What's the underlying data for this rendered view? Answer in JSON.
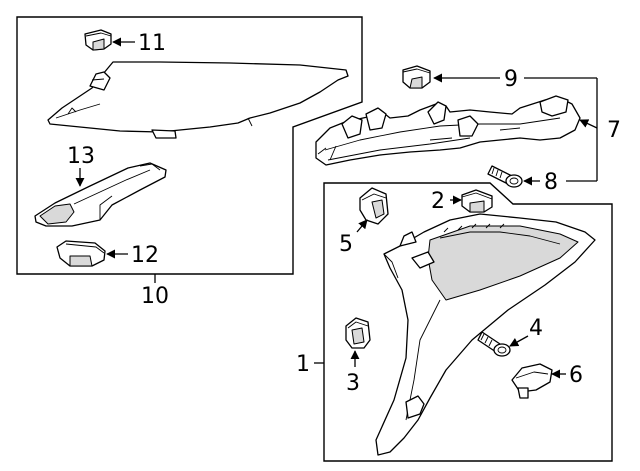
{
  "diagram": {
    "background": "#ffffff",
    "line_color": "#000000",
    "callouts": {
      "c1": "1",
      "c2": "2",
      "c3": "3",
      "c4": "4",
      "c5": "5",
      "c6": "6",
      "c7": "7",
      "c8": "8",
      "c9": "9",
      "c10": "10",
      "c11": "11",
      "c12": "12",
      "c13": "13"
    }
  }
}
